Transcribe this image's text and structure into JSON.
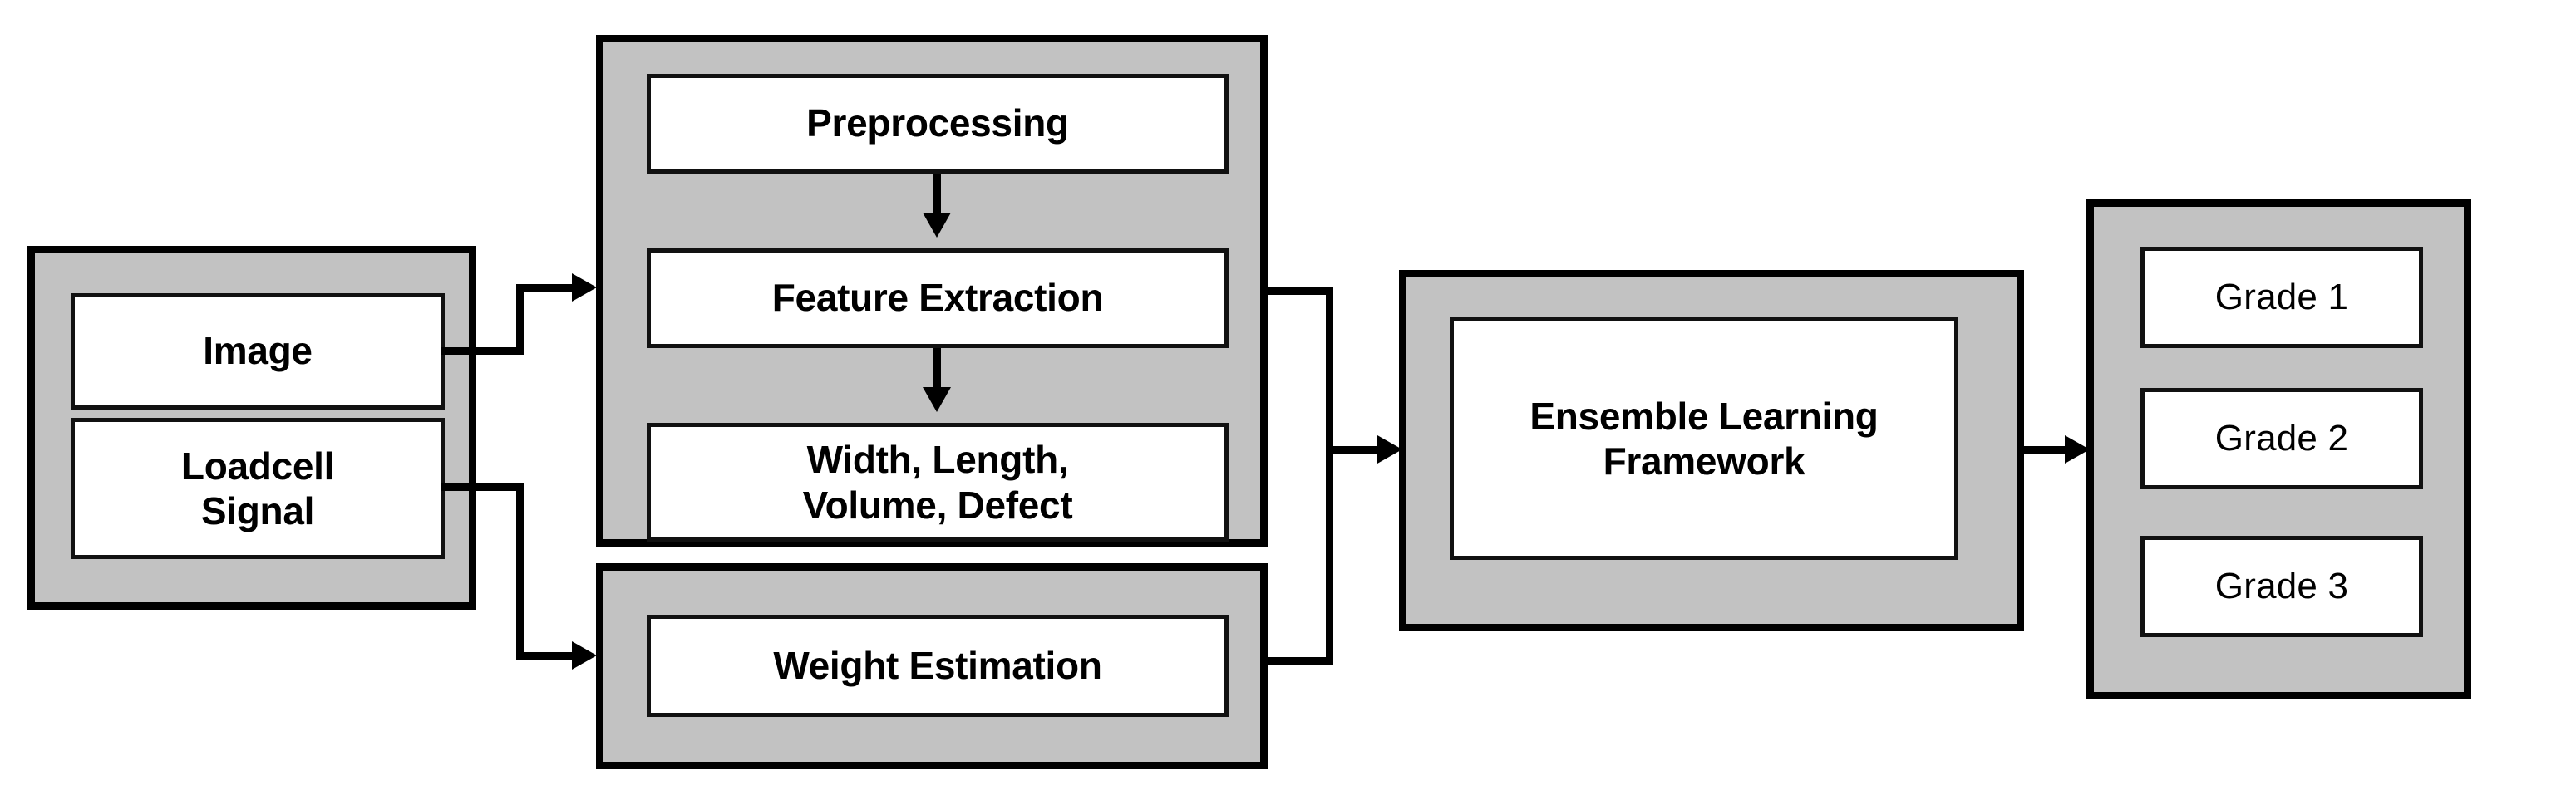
{
  "diagram": {
    "title": "Fruit grading pipeline block diagram",
    "colors": {
      "group_fill": "#c2c2c2",
      "node_fill": "#ffffff",
      "stroke": "#000000",
      "background": "#ffffff"
    },
    "groups": {
      "inputs": {
        "name": "inputs-group",
        "nodes": [
          {
            "id": "image",
            "label": "Image"
          },
          {
            "id": "loadcell",
            "label": "Loadcell\nSignal",
            "line1": "Loadcell",
            "line2": "Signal"
          }
        ]
      },
      "vision_pipeline": {
        "name": "vision-pipeline-group",
        "nodes": [
          {
            "id": "preprocessing",
            "label": "Preprocessing"
          },
          {
            "id": "feature-extraction",
            "label": "Feature Extraction"
          },
          {
            "id": "features",
            "label": "Width, Length,\nVolume, Defect",
            "line1": "Width, Length,",
            "line2": "Volume, Defect"
          }
        ]
      },
      "weight_branch": {
        "name": "weight-branch-group",
        "nodes": [
          {
            "id": "weight-estimation",
            "label": "Weight Estimation"
          }
        ]
      },
      "model": {
        "name": "model-group",
        "nodes": [
          {
            "id": "ensemble",
            "label": "Ensemble Learning\nFramework",
            "line1": "Ensemble Learning",
            "line2": "Framework"
          }
        ]
      },
      "outputs": {
        "name": "outputs-group",
        "nodes": [
          {
            "id": "grade-1",
            "label": "Grade 1"
          },
          {
            "id": "grade-2",
            "label": "Grade 2"
          },
          {
            "id": "grade-3",
            "label": "Grade 3"
          }
        ]
      }
    },
    "connectors": [
      {
        "id": "image-to-vision",
        "from": "image",
        "to": "preprocessing-stack",
        "kind": "elbow-arrow"
      },
      {
        "id": "loadcell-to-weight",
        "from": "loadcell",
        "to": "weight-estimation",
        "kind": "elbow-arrow"
      },
      {
        "id": "preprocessing-to-feature",
        "from": "preprocessing",
        "to": "feature-extraction",
        "kind": "down-arrow"
      },
      {
        "id": "feature-to-features",
        "from": "feature-extraction",
        "to": "features",
        "kind": "down-arrow"
      },
      {
        "id": "vision-to-ensemble",
        "from": "vision-pipeline-group",
        "to": "ensemble",
        "kind": "merge-arrow"
      },
      {
        "id": "weight-to-ensemble",
        "from": "weight-estimation",
        "to": "ensemble",
        "kind": "merge-arrow"
      },
      {
        "id": "ensemble-to-grades",
        "from": "ensemble",
        "to": "outputs-group",
        "kind": "arrow"
      }
    ]
  }
}
